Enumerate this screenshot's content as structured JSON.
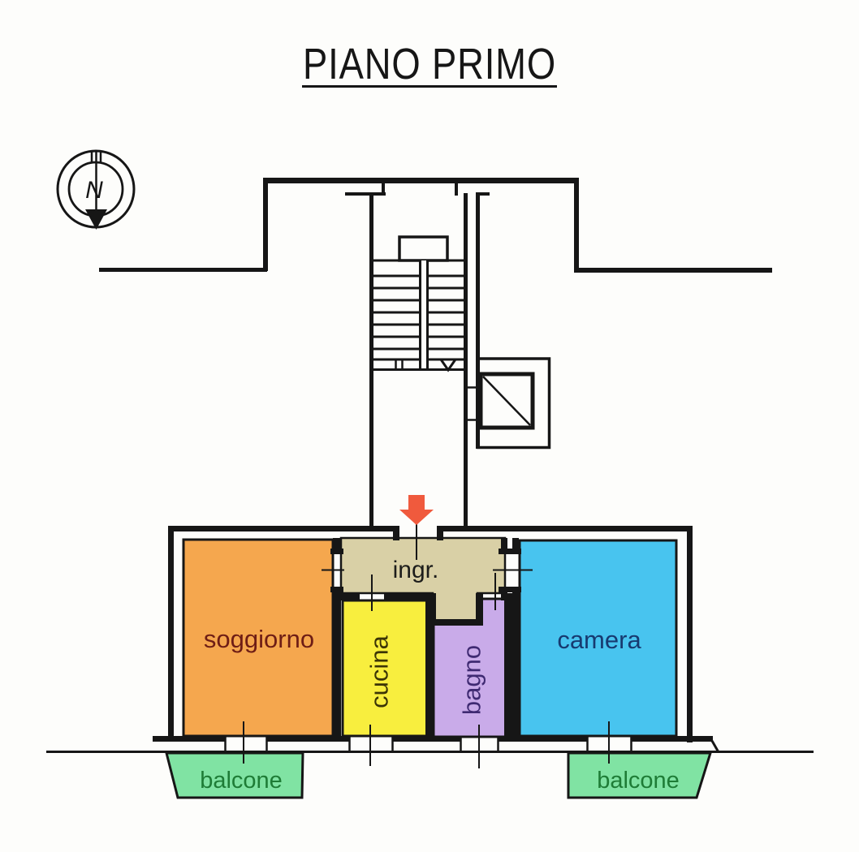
{
  "title": {
    "text": "PIANO PRIMO"
  },
  "compass": {
    "label": "N"
  },
  "plan": {
    "wall_color": "#161616",
    "entrance_arrow_color": "#f05a3d"
  },
  "rooms": {
    "ingresso": {
      "label": "ingr.",
      "color": "#d9d0a6",
      "label_color": "#1d1d1b"
    },
    "soggiorno": {
      "label": "soggiorno",
      "color": "#f5a74e",
      "label_color": "#6e1d15"
    },
    "cucina": {
      "label": "cucina",
      "color": "#f8ee3e",
      "label_color": "#3b3406"
    },
    "bagno": {
      "label": "bagno",
      "color": "#c9abe9",
      "label_color": "#3f2a72"
    },
    "camera": {
      "label": "camera",
      "color": "#48c4ef",
      "label_color": "#173a70"
    }
  },
  "balconies": [
    {
      "label": "balcone",
      "color": "#80e3a3",
      "label_color": "#1e7c36"
    },
    {
      "label": "balcone",
      "color": "#80e3a3",
      "label_color": "#1e7c36"
    }
  ]
}
